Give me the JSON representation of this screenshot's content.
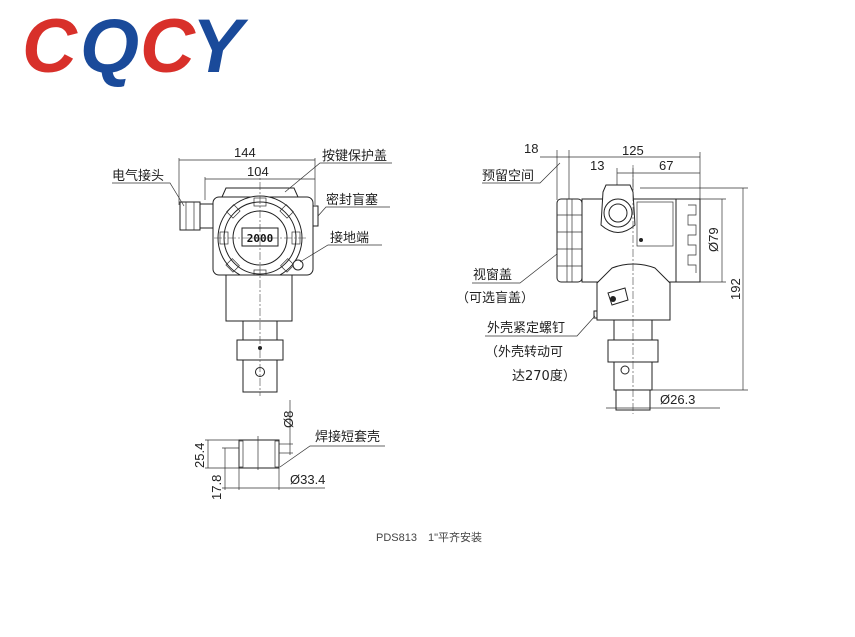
{
  "logo": {
    "letters": [
      "C",
      "Q",
      "C",
      "Y"
    ],
    "colors": [
      "#d8302a",
      "#1a4a9a",
      "#d8302a",
      "#1a4a9a"
    ]
  },
  "front_view": {
    "dims": {
      "overall_width": "144",
      "head_width": "104"
    },
    "display_value": "2000",
    "labels": {
      "electrical_connector": "电气接头",
      "key_cover": "按键保护盖",
      "seal_plug": "密封盲塞",
      "ground": "接地端"
    }
  },
  "side_view": {
    "dims": {
      "reserve": "18",
      "depth": "125",
      "offset": "13",
      "half": "67",
      "cover_dia": "Ø79",
      "height": "192",
      "stem_dia": "Ø26.3"
    },
    "labels": {
      "reserve_space": "预留空间",
      "window_cover": "视窗盖",
      "window_cover_note": "（可选盲盖）",
      "set_screw": "外壳紧定螺钉",
      "set_screw_note1": "（外壳转动可",
      "set_screw_note2": "达270度）"
    }
  },
  "weld_sleeve": {
    "dims": {
      "bore": "Ø8",
      "height": "25.4",
      "inner_height": "17.8",
      "outer_dia": "Ø33.4"
    },
    "label": "焊接短套壳"
  },
  "caption": "PDS813　1\"平齐安装"
}
